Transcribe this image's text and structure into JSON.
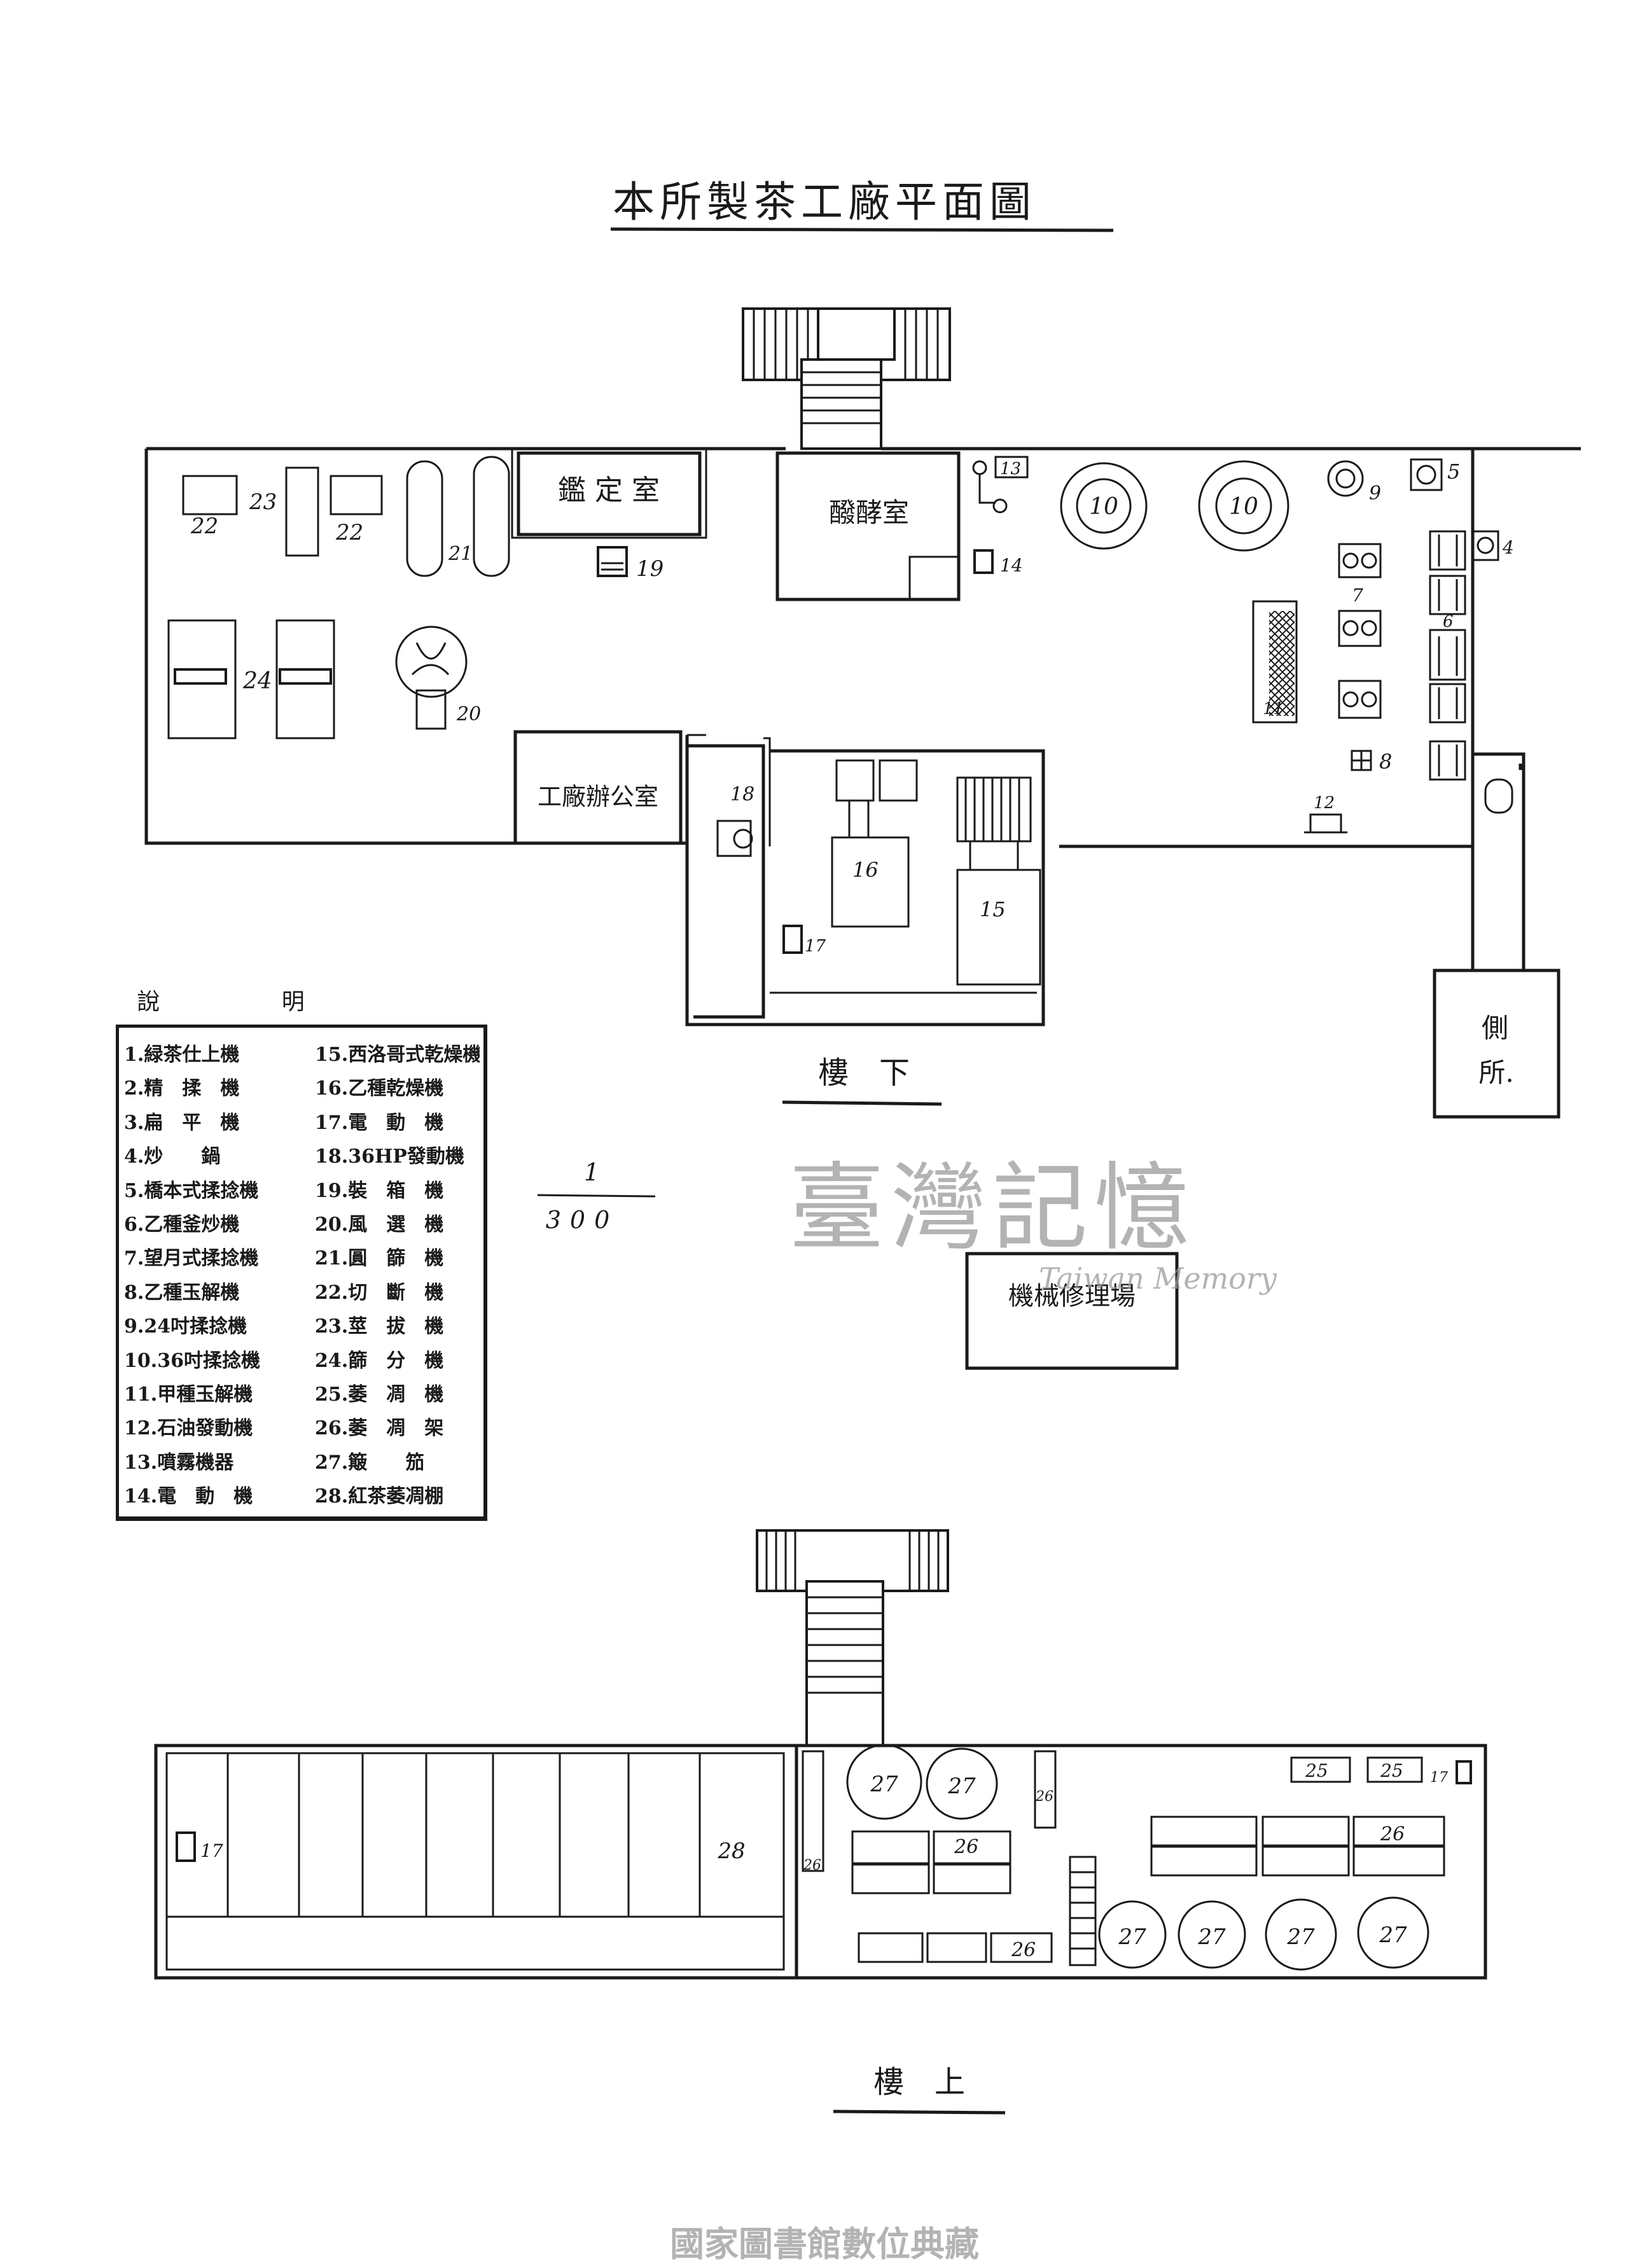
{
  "document": {
    "title": "本所製茶工廠平面圖",
    "ground_floor_label": "樓　下",
    "upper_floor_label": "樓　上",
    "scale_numerator": "1",
    "scale_denominator": "300"
  },
  "rooms": {
    "appraisal": "鑑 定 室",
    "fermentation": "醱酵室",
    "factory_office": "工廠辦公室",
    "machine_repair": "機械修理場",
    "toilet_line1": "側",
    "toilet_line2": "所."
  },
  "legend": {
    "title": "說 明",
    "items": [
      "1.緑茶仕上機",
      "15.西洛哥式乾燥機",
      "2.精　揉　機",
      "16.乙種乾燥機",
      "3.扁　平　機",
      "17.電　動　機",
      "4.炒　　鍋",
      "18.36HP發動機",
      "5.橋本式揉捻機",
      "19.裝　箱　機",
      "6.乙種釜炒機",
      "20.風　選　機",
      "7.望月式揉捻機",
      "21.圓　篩　機",
      "8.乙種玉解機",
      "22.切　斷　機",
      "9.24吋揉捻機",
      "23.莖　拔　機",
      "10.36吋揉捻機",
      "24.篩　分　機",
      "11.甲種玉解機",
      "25.萎　凋　機",
      "12.石油發動機",
      "26.萎　凋　架",
      "13.噴霧機器",
      "27.簸　　笳",
      "14.電　動　機",
      "28.紅茶萎凋棚"
    ]
  },
  "machine_numbers": {
    "n4": "4",
    "n5": "5",
    "n6": "6",
    "n7": "7",
    "n8": "8",
    "n9": "9",
    "n10": "10",
    "n11": "11",
    "n12": "12",
    "n13": "13",
    "n14": "14",
    "n15": "15",
    "n16": "16",
    "n17": "17",
    "n18": "18",
    "n19": "19",
    "n20": "20",
    "n21": "21",
    "n22": "22",
    "n23": "23",
    "n24": "24",
    "n25": "25",
    "n26": "26",
    "n27": "27",
    "n28": "28"
  },
  "watermark": {
    "title": "臺灣記憶",
    "subtitle": "Taiwan Memory"
  },
  "footer": {
    "archive": "國家圖書館數位典藏"
  }
}
